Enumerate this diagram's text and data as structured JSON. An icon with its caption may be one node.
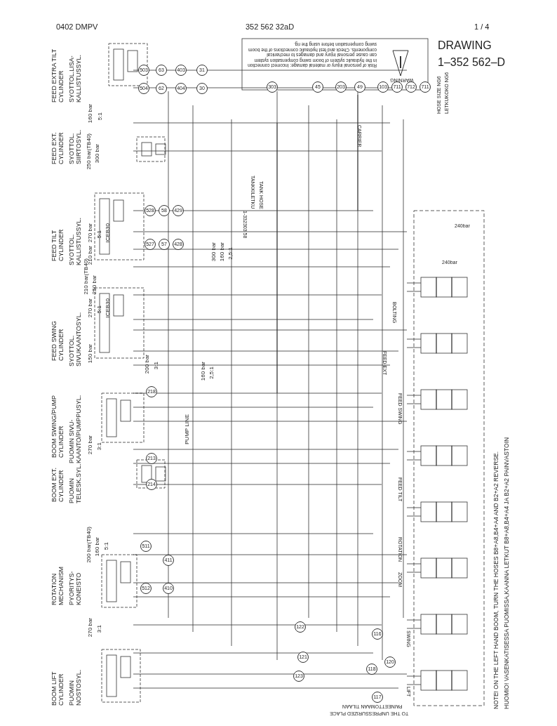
{
  "diagram": {
    "labels": [
      "0402 DMPV",
      "352 562 32aD",
      "1 / 4",
      "DRAWING",
      "1–352 562–D",
      "FEED EXTRA TILT CYLINDER",
      "SYOTTOL.LISA-KALLISTUSSYL.",
      "WARNING",
      "Risk of personal injury or material damage: Incorrect connection in the hydraulic system of boom swing compensation system can cause personal injury and damages to mechanical components. Check and test hydraulic connections of the boom swing compensation before using the rig.",
      "HOSE SIZE NG6",
      "LETKUKOKO NG6",
      "FEED EXT. CYLINDER",
      "SYOTTOL. SIIRTOSYL.",
      "FEED TILT CYLINDER",
      "SYOTTOL. KALLISTUSSYL.",
      "FEED SWING CYLINDER",
      "SYOTTOL. SIVUKAANTOSYL.",
      "BOOM SWING/PUMP CYLINDER",
      "PUOMIN SIVU-KAANTO/PUMPPUSYL.",
      "BOOM EXT. CYLINDER",
      "PUOMIN TELESK.SYL.",
      "ROTATION MECHANISM",
      "PYORITYS-KONEISTO",
      "BOOM LIFT CYLINDER",
      "PUOMIN NOSTOSYL.",
      "160 bar",
      "5:1",
      "250 bar(TB40)",
      "300 bar",
      "270 bar",
      "5:1",
      "ICEB30",
      "210 bar",
      "210 bar(TB40)",
      "250 bar",
      "270 bar",
      "5:1",
      "ICEB30",
      "150 bar",
      "200 bar",
      "3:1",
      "270 bar",
      "3:1",
      "200 bar(TB40)",
      "160 bar",
      "5:1",
      "270 bar",
      "3:1",
      "300 bar",
      "160 bar",
      "2,5:1",
      "160 bar",
      "2,5:1",
      "PUMP LINE",
      "TANKKILETKU",
      "TANK HOSE",
      "1-332303 58",
      "CARRIER",
      "BOLTING",
      "FEED EXT",
      "FEED SWING",
      "FEED TILT",
      "ROTATION",
      "ZOOM",
      "SWING",
      "LIFT",
      "240bar",
      "240bar",
      "NOTE! ON THE LEFT HAND BOOM, TURN THE HOSES B8+A8,B4+A4 AND B2+A2 REVERSE.",
      "HUOMIO! VASENKATISESSA PUOMISSA,KAANNA LETKUT B8+A8,B4+A4 JA B2+A2 PAINVASTOIN",
      "TO THE UNPRESSURIZED PLACE",
      "PAINEETTOMAAN TILAAN",
      "503",
      "63",
      "403",
      "31",
      "504",
      "62",
      "404",
      "30",
      "528",
      "58",
      "429",
      "527",
      "57",
      "428",
      "303",
      "45",
      "203",
      "49",
      "103",
      "711",
      "712",
      "711",
      "218",
      "213",
      "214",
      "511",
      "512",
      "411",
      "410",
      "122",
      "121",
      "123",
      "116",
      "118",
      "117",
      "120"
    ]
  }
}
